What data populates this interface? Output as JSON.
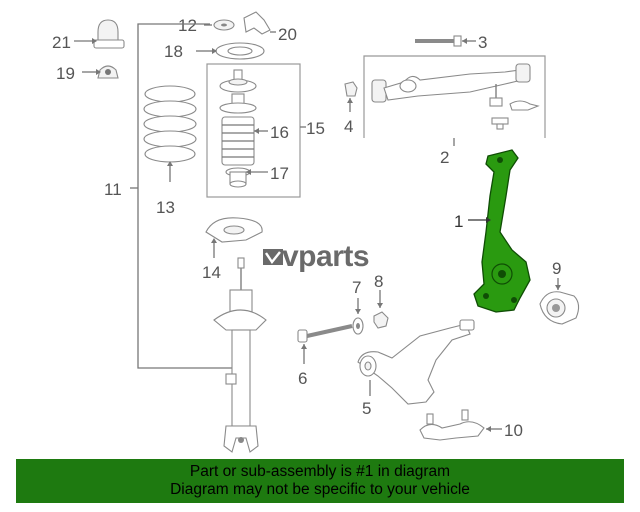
{
  "brand": {
    "logo_text": "vparts"
  },
  "callouts": {
    "c1": "1",
    "c2": "2",
    "c3": "3",
    "c4": "4",
    "c5": "5",
    "c6": "6",
    "c7": "7",
    "c8": "8",
    "c9": "9",
    "c10": "10",
    "c11": "11",
    "c12": "12",
    "c13": "13",
    "c14": "14",
    "c15": "15",
    "c16": "16",
    "c17": "17",
    "c18": "18",
    "c19": "19",
    "c20": "20",
    "c21": "21"
  },
  "banner": {
    "line1": "Part or sub-assembly is #1 in diagram",
    "line2": "Diagram may not be specific to your vehicle",
    "color": "#1e7a10"
  },
  "highlight_color": "#2a9a10"
}
